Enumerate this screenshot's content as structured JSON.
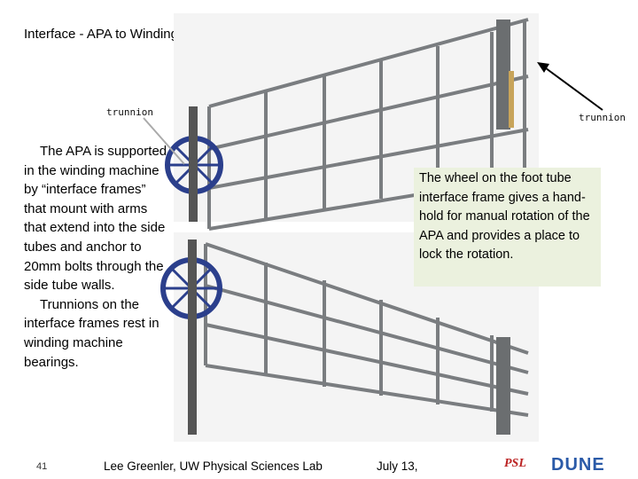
{
  "slide": {
    "title": "Interface - APA to Winding Machine",
    "trunnion_label_left": "trunnion",
    "trunnion_label_right": "trunnion",
    "body_paragraph_1": "The APA is supported in the winding machine by “interface frames” that mount with arms that extend into the side tubes and anchor to 20mm bolts through the side tube walls.",
    "body_paragraph_2": "Trunnions on the interface frames rest in winding machine bearings.",
    "callout_text": "The wheel on the foot tube interface frame gives a hand-hold for manual rotation of the APA and provides a place to lock the rotation.",
    "page_number": "41",
    "author": "Lee Greenler, UW Physical Sciences Lab",
    "date": "July 13,",
    "logo_psl": "PSL",
    "logo_dune": "DUNE"
  },
  "colors": {
    "callout_bg": "#ebf1de",
    "frame_gray": "#7a7d80",
    "wheel_blue": "#2b3f8c"
  }
}
